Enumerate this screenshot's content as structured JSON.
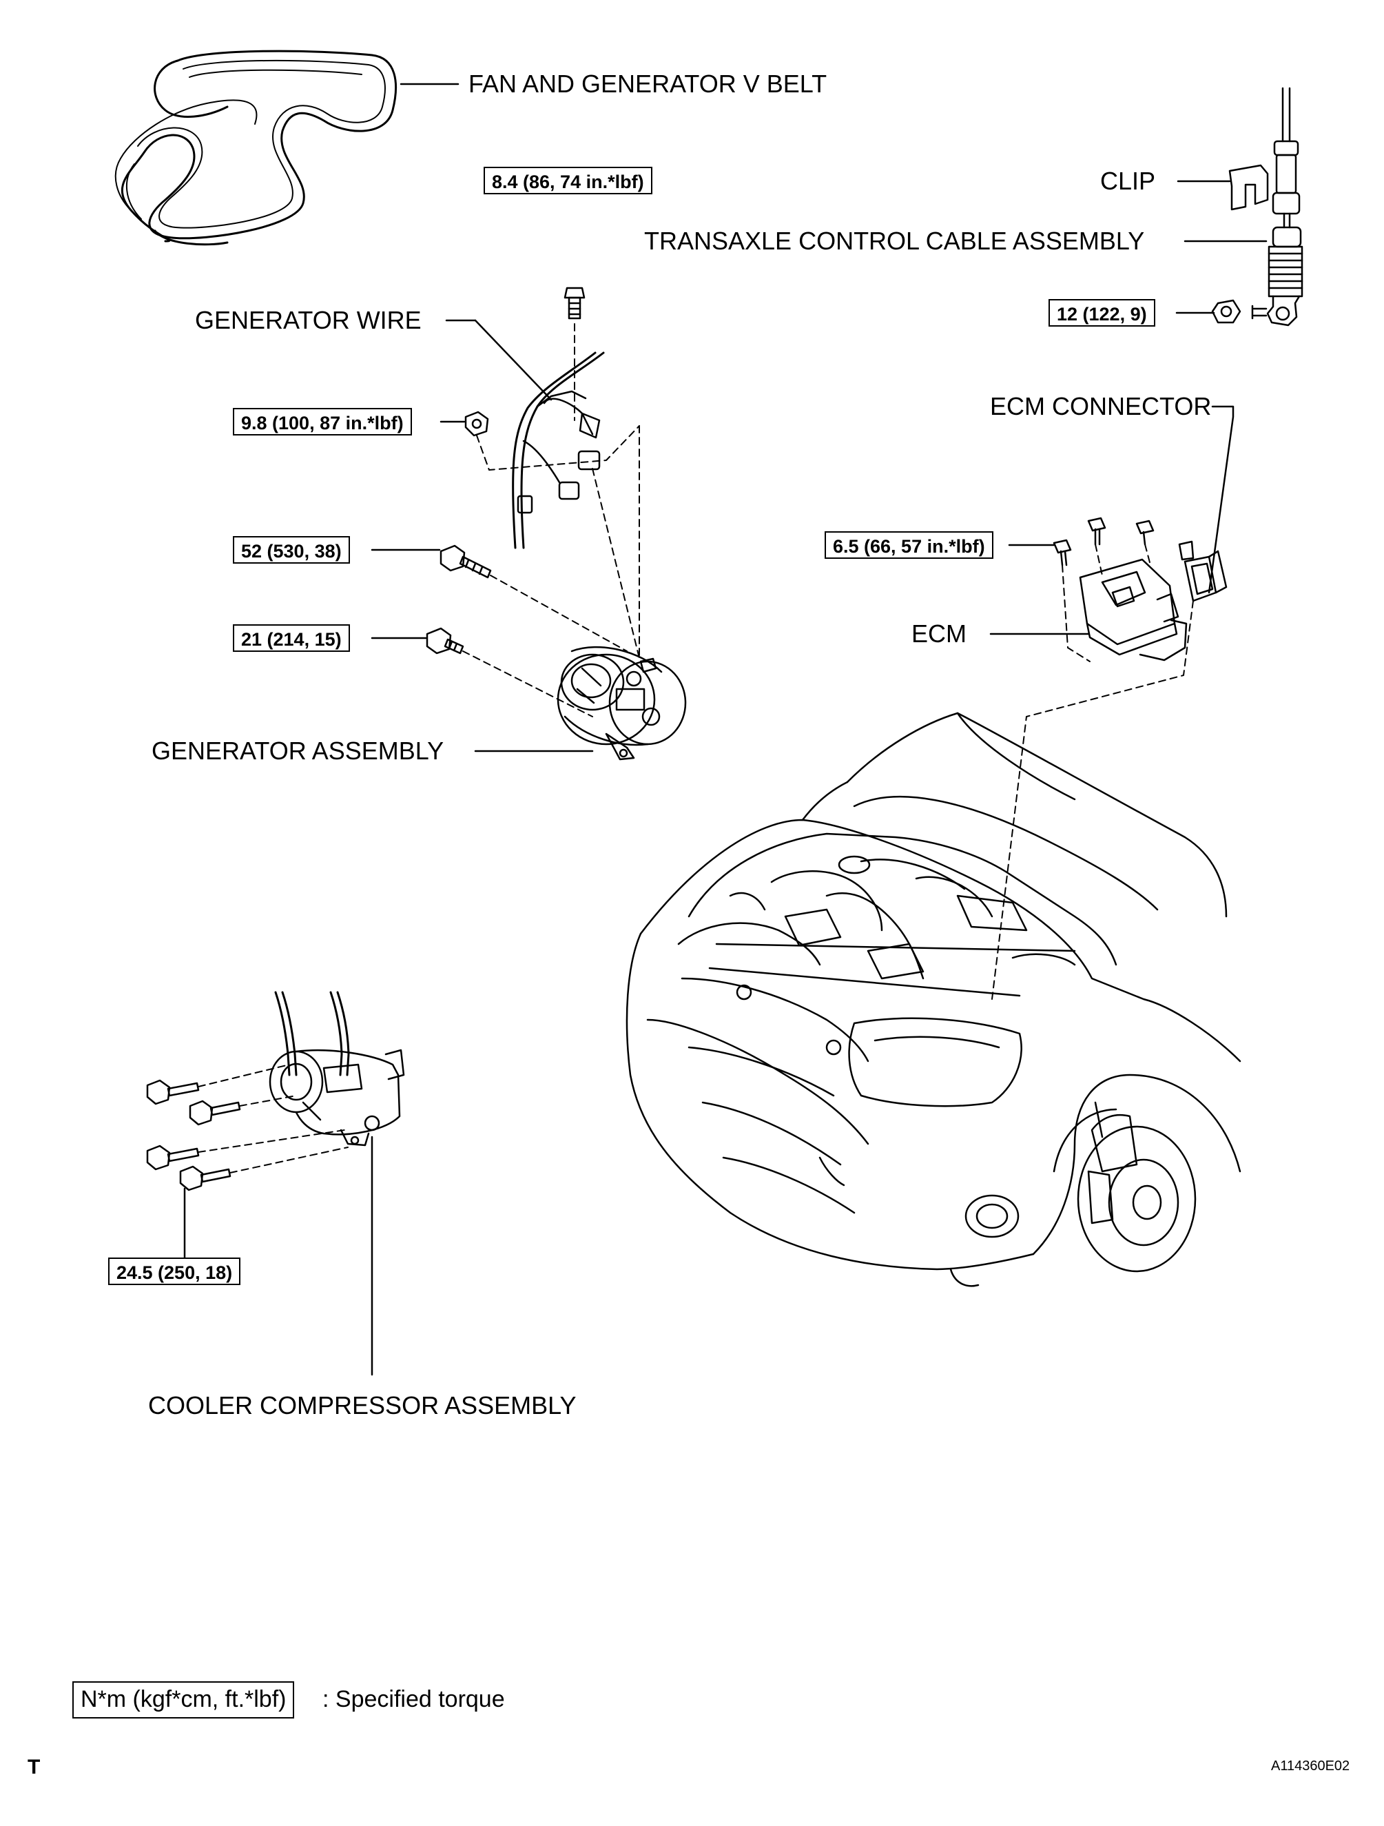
{
  "labels": {
    "fan_belt": "FAN AND GENERATOR V BELT",
    "clip": "CLIP",
    "transaxle_cable": "TRANSAXLE CONTROL CABLE ASSEMBLY",
    "generator_wire": "GENERATOR WIRE",
    "ecm_connector": "ECM CONNECTOR",
    "ecm": "ECM",
    "generator_assembly": "GENERATOR ASSEMBLY",
    "cooler_compressor": "COOLER COMPRESSOR ASSEMBLY"
  },
  "torques": {
    "generator_wire_bolt": "8.4 (86, 74 in.*lbf)",
    "transaxle_nut": "12 (122, 9)",
    "generator_terminal_nut": "9.8 (100, 87 in.*lbf)",
    "generator_long_bolt": "52 (530, 38)",
    "generator_short_bolt": "21 (214, 15)",
    "ecm_bolts": "6.5 (66, 57 in.*lbf)",
    "compressor_bolts": "24.5 (250, 18)"
  },
  "legend": {
    "unit_box": "N*m (kgf*cm, ft.*lbf)",
    "description": ": Specified torque"
  },
  "footer": {
    "corner_letter": "T",
    "figure_code": "A114360E02"
  }
}
